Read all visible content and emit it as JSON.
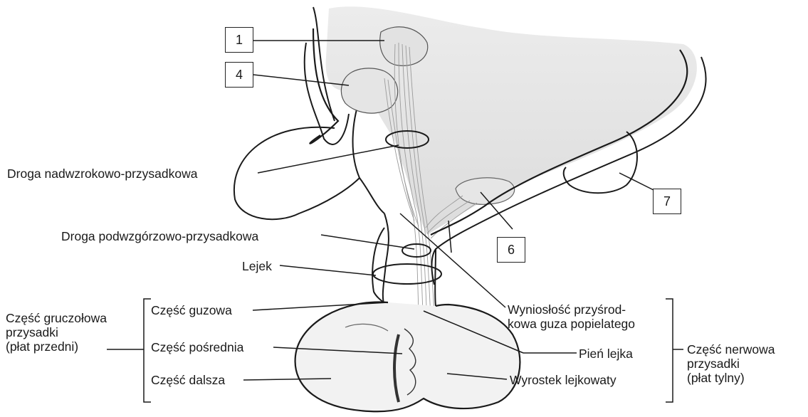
{
  "callouts": {
    "n1": "1",
    "n4": "4",
    "n6": "6",
    "n7": "7"
  },
  "labels": {
    "supraoptic": "Droga nadwzrokowo-przysadkowa",
    "hypothalamic": "Droga podwzgórzowo-przysadkowa",
    "infundibulum": "Lejek",
    "median_eminence": "Wyniosłość przyśrod-\nkowa guza popielatego",
    "stalk": "Pień lejka",
    "infundibular_process": "Wyrostek lejkowaty",
    "pars_tuberalis": "Część guzowa",
    "pars_intermedia": "Część pośrednia",
    "pars_distalis": "Część dalsza",
    "adenohypophysis": "Część gruczołowa\nprzysadki\n(płat przedni)",
    "neurohypophysis": "Część nerwowa\nprzysadki\n(płat tylny)"
  },
  "colors": {
    "line": "#1a1a1a",
    "shade": "#d9d9d9",
    "fibers": "#9a9a9a"
  }
}
